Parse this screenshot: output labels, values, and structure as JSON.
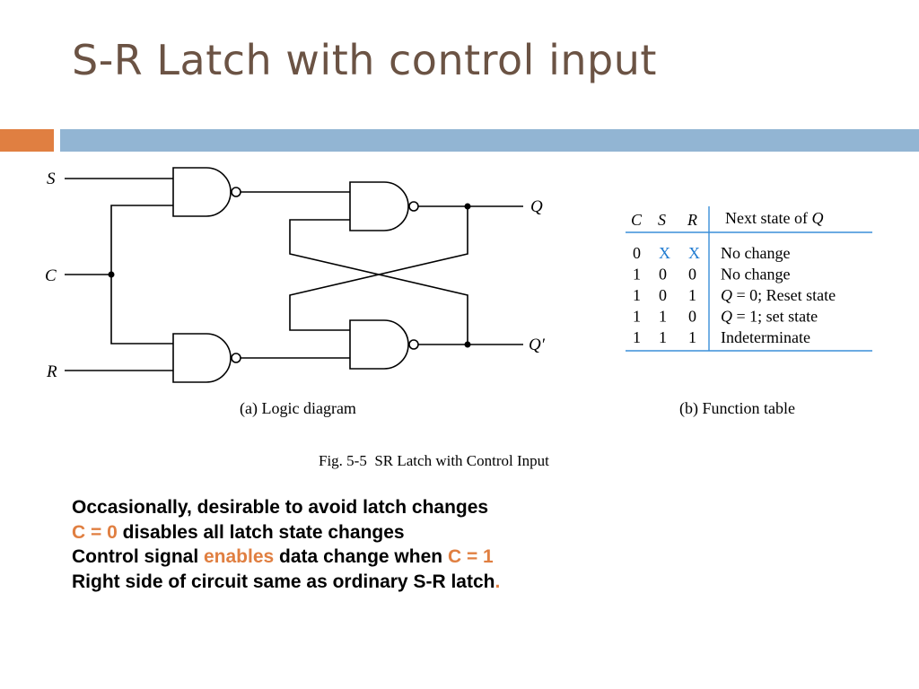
{
  "slide": {
    "title": "S-R Latch with control input"
  },
  "diagram": {
    "inputs": {
      "s": "S",
      "c": "C",
      "r": "R"
    },
    "outputs": {
      "q": "Q",
      "q_prime": "Q′"
    },
    "caption_a": "(a) Logic diagram",
    "caption_b": "(b) Function table",
    "figure_caption": "Fig. 5-5  SR Latch with Control Input"
  },
  "function_table": {
    "headers": {
      "c": "C",
      "s": "S",
      "r": "R",
      "next": "Next state of ",
      "next_q": "Q"
    },
    "rows": [
      {
        "c": "0",
        "s": "X",
        "r": "X",
        "next": "No change"
      },
      {
        "c": "1",
        "s": "0",
        "r": "0",
        "next": "No change"
      },
      {
        "c": "1",
        "s": "0",
        "r": "1",
        "next_q": "Q",
        "next": " = 0; Reset state"
      },
      {
        "c": "1",
        "s": "1",
        "r": "0",
        "next_q": "Q",
        "next": " = 1; set state"
      },
      {
        "c": "1",
        "s": "1",
        "r": "1",
        "next": "Indeterminate"
      }
    ],
    "x_color": "#1f7bd1"
  },
  "bullets": {
    "line1": "Occasionally, desirable to avoid latch changes",
    "line2_hl": "C = 0",
    "line2_rest": " disables all latch state changes",
    "line3_a": "Control signal ",
    "line3_hl1": "enables",
    "line3_b": " data change when ",
    "line3_hl2": "C = 1",
    "line4": "Right side of circuit same as ordinary S-R latch",
    "line4_dot": "."
  },
  "colors": {
    "title": "#6b5344",
    "accent_orange": "#e07f41",
    "accent_blue": "#92b5d3"
  }
}
